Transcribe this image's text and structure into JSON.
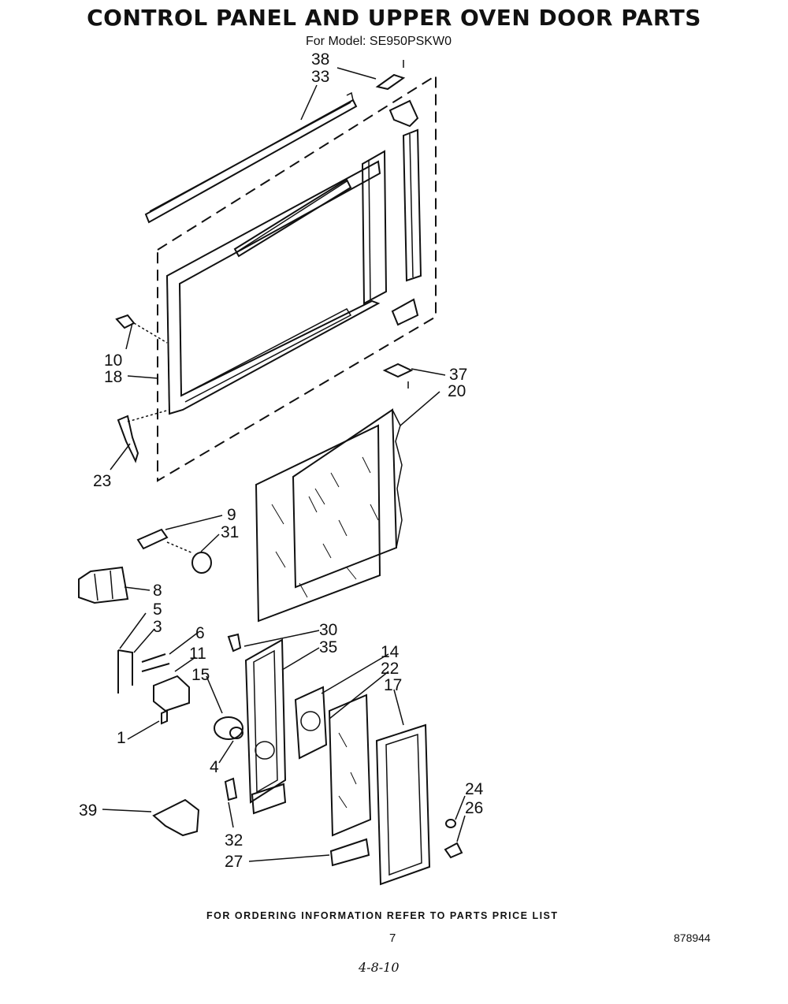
{
  "header": {
    "title": "CONTROL PANEL AND UPPER OVEN DOOR PARTS",
    "subtitle": "For Model: SE950PSKW0"
  },
  "callouts": [
    "38",
    "33",
    "10",
    "18",
    "23",
    "37",
    "20",
    "9",
    "31",
    "8",
    "5",
    "3",
    "6",
    "11",
    "15",
    "1",
    "4",
    "30",
    "35",
    "14",
    "22",
    "17",
    "24",
    "26",
    "39",
    "32",
    "27"
  ],
  "footer": {
    "ordering_note": "FOR ORDERING INFORMATION REFER TO PARTS PRICE LIST",
    "page_number": "7",
    "document_number": "878944",
    "handwritten_note": "4-8-10"
  }
}
